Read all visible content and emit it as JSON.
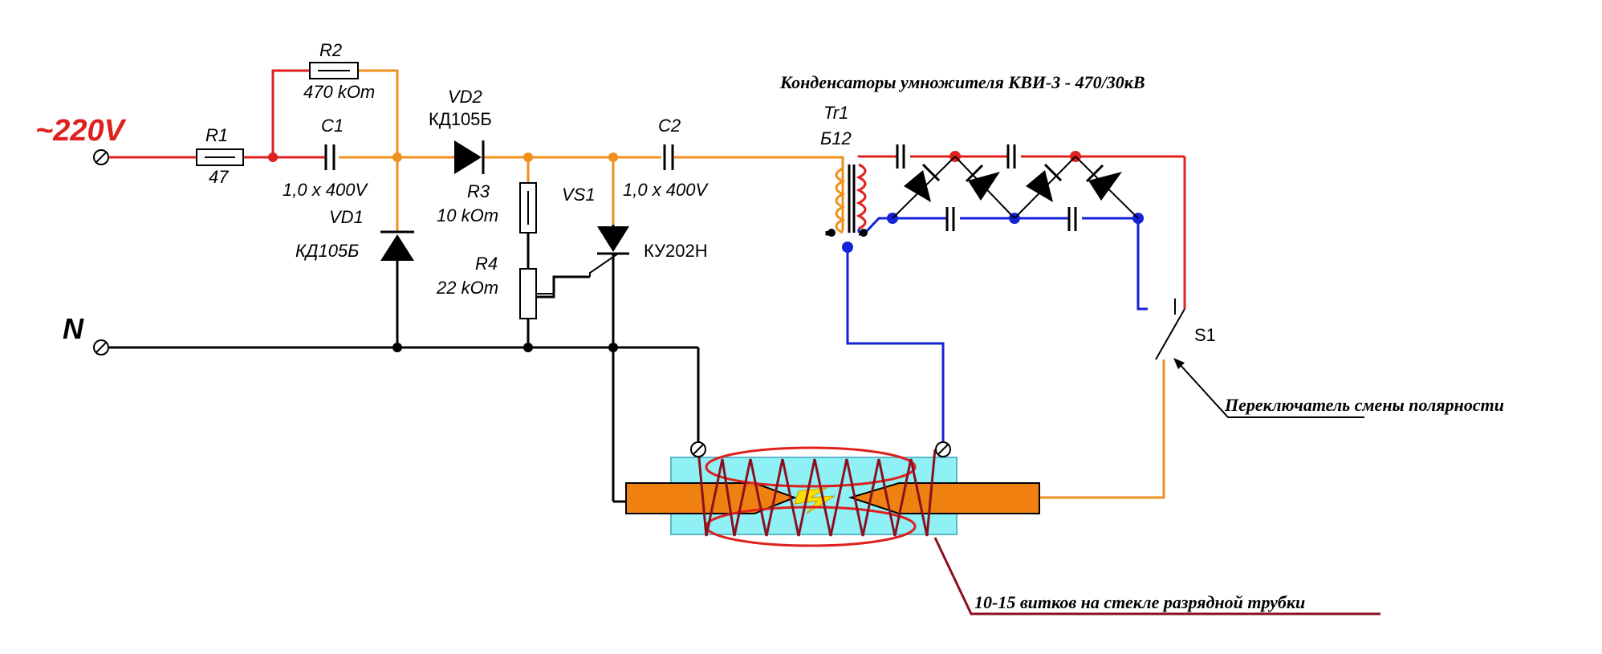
{
  "colors": {
    "phase": "#e0201e",
    "orange": "#f0901c",
    "neutral": "#000000",
    "blue": "#1422d6",
    "dark_red": "#8a1020",
    "tube_glass": "#8ff0f6",
    "electrode": "#f08010",
    "spark": "#f6e000"
  },
  "labels": {
    "phase": "~220V",
    "neutral": "N",
    "r1_name": "R1",
    "r1_value": "47",
    "r2_name": "R2",
    "r2_value": "470 kOm",
    "c1_name": "C1",
    "c1_value": "1,0 x 400V",
    "vd1_name": "VD1",
    "vd1_type": "КД105Б",
    "vd2_name": "VD2",
    "vd2_type": "КД105Б",
    "r3_name": "R3",
    "r3_value": "10 kOm",
    "r4_name": "R4",
    "r4_value": "22 kOm",
    "vs1_name": "VS1",
    "vs1_type": "КУ202Н",
    "c2_name": "C2",
    "c2_value": "1,0 x 400V",
    "tr1_name": "Tr1",
    "tr1_type": "Б12",
    "s1_name": "S1",
    "multiplier_note": "Конденсаторы умножителя КВИ-3 - 470/30кВ",
    "switch_note": "Переключатель смены полярности",
    "coil_note": "10-15 витков на стекле разрядной трубки"
  }
}
